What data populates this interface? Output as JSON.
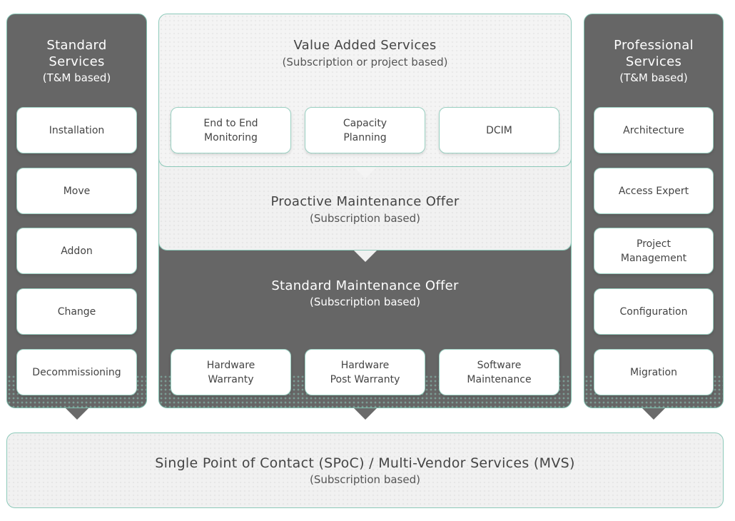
{
  "standard_services": {
    "title": "Standard\nServices",
    "subtitle": "(T&M based)",
    "items": [
      "Installation",
      "Move",
      "Addon",
      "Change",
      "Decommissioning"
    ]
  },
  "value_added": {
    "title": "Value Added Services",
    "subtitle": "(Subscription or project based)",
    "items": [
      "End to End\nMonitoring",
      "Capacity\nPlanning",
      "DCIM"
    ]
  },
  "proactive": {
    "title": "Proactive Maintenance Offer",
    "subtitle": "(Subscription based)"
  },
  "standard_maintenance": {
    "title": "Standard Maintenance Offer",
    "subtitle": "(Subscription based)",
    "items": [
      "Hardware\nWarranty",
      "Hardware\nPost Warranty",
      "Software\nMaintenance"
    ]
  },
  "professional_services": {
    "title": "Professional\nServices",
    "subtitle": "(T&M based)",
    "items": [
      "Architecture",
      "Access Expert",
      "Project\nManagement",
      "Configuration",
      "Migration"
    ]
  },
  "spoc": {
    "title": "Single Point of Contact (SPoC) / Multi-Vendor Services (MVS)",
    "subtitle": "(Subscription based)"
  }
}
